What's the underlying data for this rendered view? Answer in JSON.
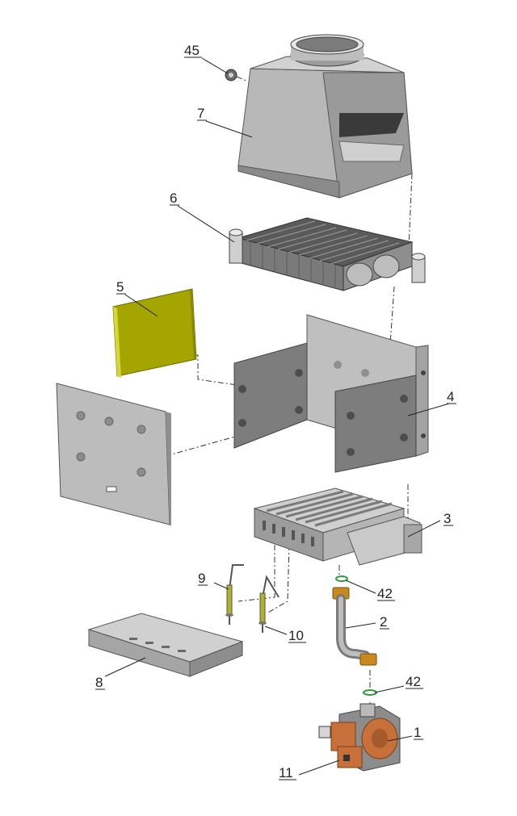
{
  "diagram": {
    "labels": {
      "p45": "45",
      "p7": "7",
      "p6": "6",
      "p5": "5",
      "p4": "4",
      "p3": "3",
      "p9": "9",
      "p10": "10",
      "p42a": "42",
      "p2": "2",
      "p8": "8",
      "p42b": "42",
      "p1": "1",
      "p11": "11"
    },
    "colors": {
      "metal_light": "#c9c9c9",
      "metal_mid": "#a6a6a6",
      "metal_dark": "#6e6e6e",
      "insulation": "#b3b300",
      "brass": "#c88a1e",
      "copper": "#c8703a",
      "oring": "#2e9a3a"
    }
  }
}
